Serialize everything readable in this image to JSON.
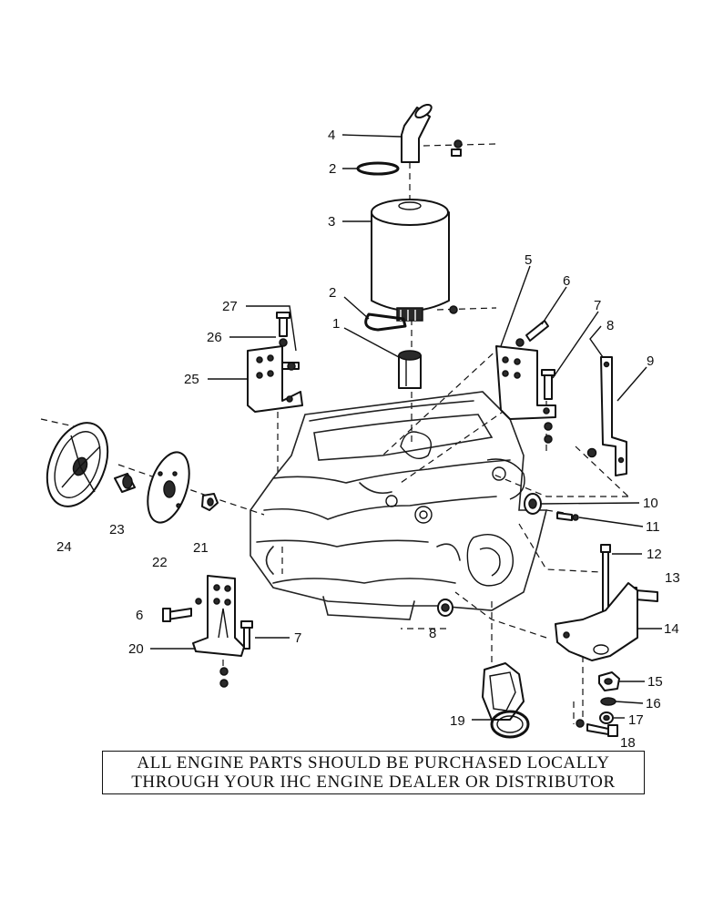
{
  "callouts": {
    "c1": "1",
    "c2a": "2",
    "c2b": "2",
    "c3": "3",
    "c4": "4",
    "c5": "5",
    "c6a": "6",
    "c6b": "6",
    "c7a": "7",
    "c7b": "7",
    "c8a": "8",
    "c8b": "8",
    "c9": "9",
    "c10": "10",
    "c11": "11",
    "c12": "12",
    "c13": "13",
    "c14": "14",
    "c15": "15",
    "c16": "16",
    "c17": "17",
    "c18": "18",
    "c19": "19",
    "c20": "20",
    "c21": "21",
    "c22": "22",
    "c23": "23",
    "c24": "24",
    "c25": "25",
    "c26": "26",
    "c27": "27"
  },
  "notice": {
    "line1": "ALL ENGINE PARTS SHOULD BE PURCHASED LOCALLY",
    "line2": "THROUGH YOUR IHC ENGINE DEALER OR DISTRIBUTOR"
  }
}
